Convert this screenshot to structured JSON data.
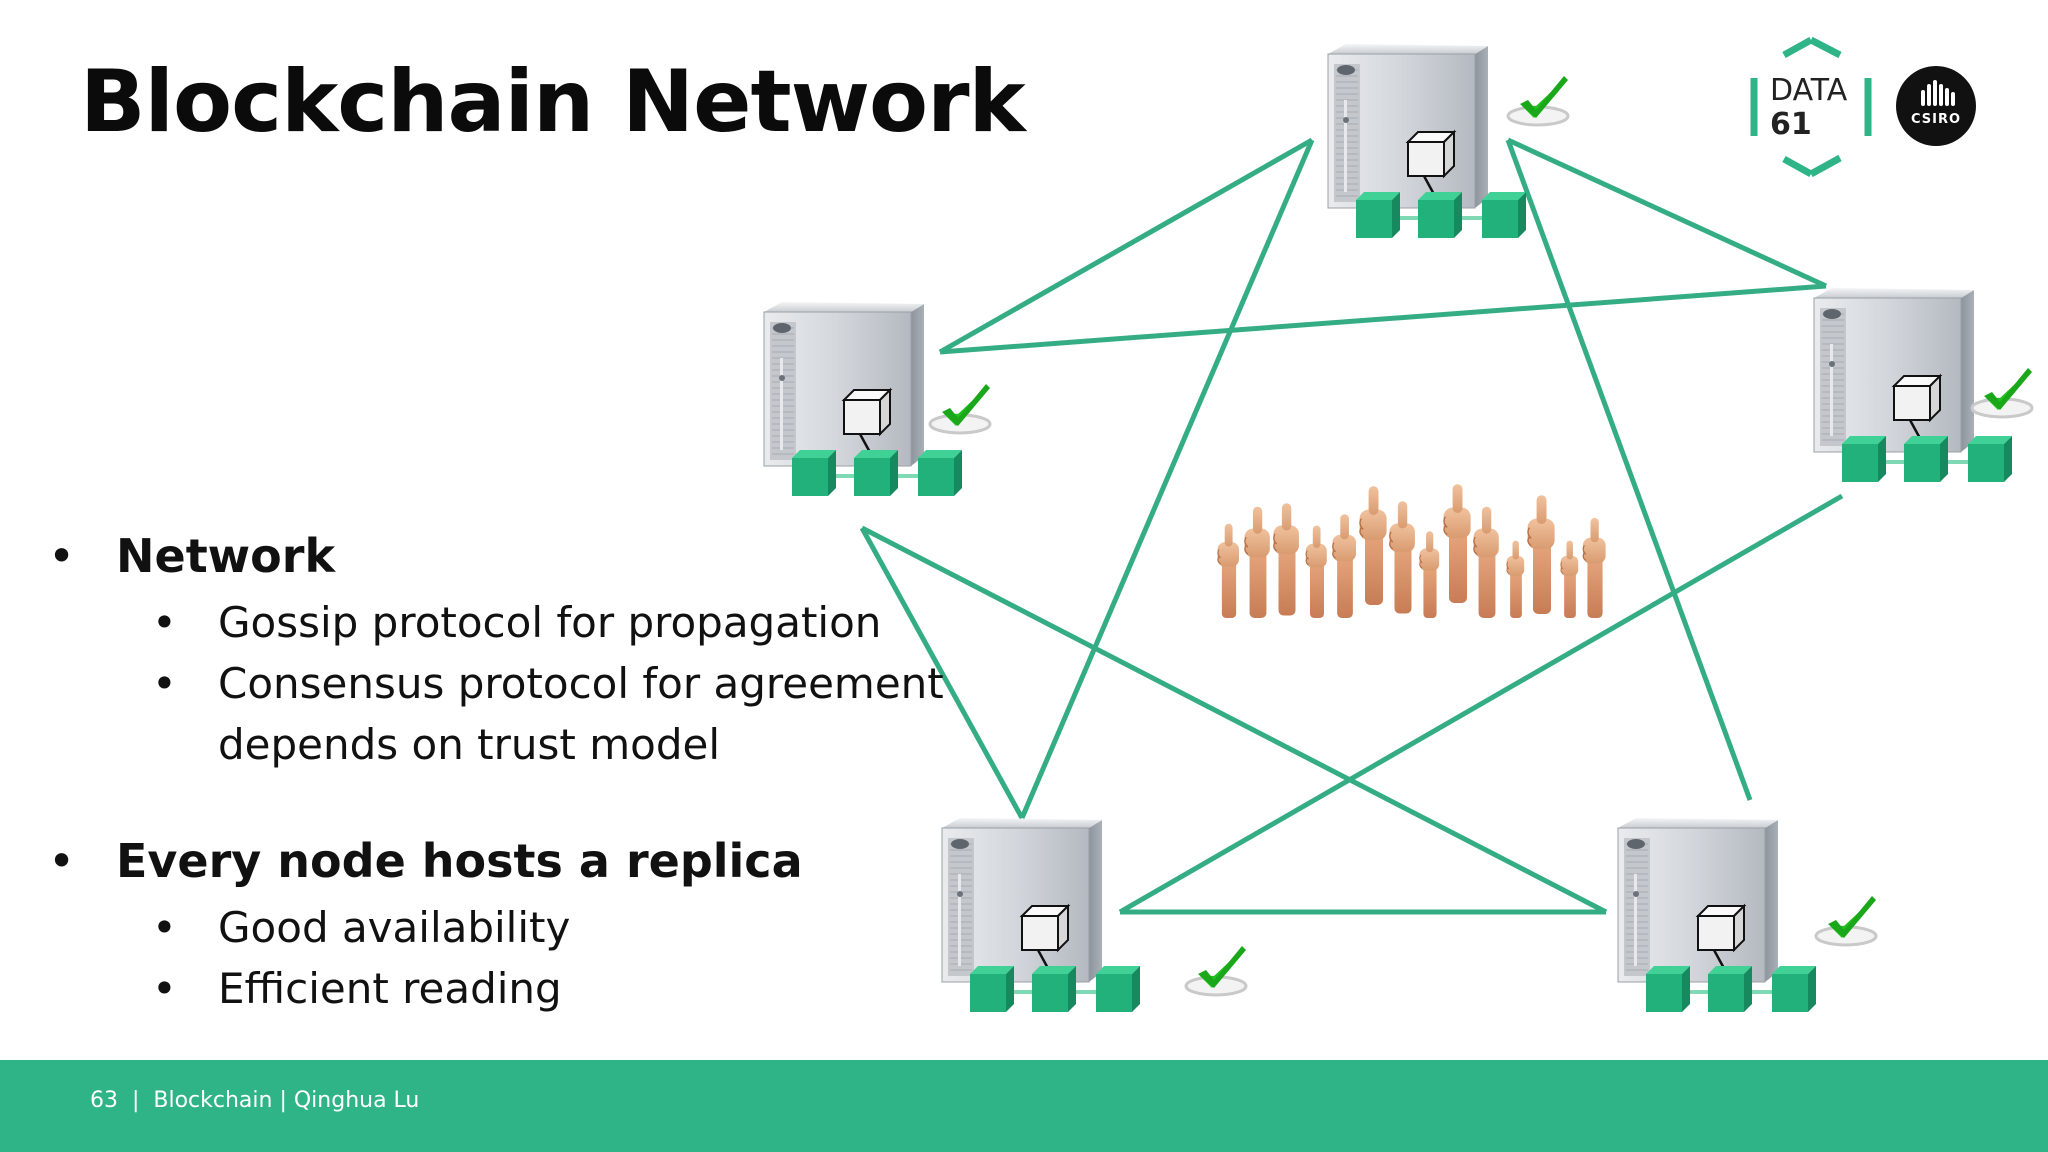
{
  "slide": {
    "title": "Blockchain Network",
    "bullets": [
      {
        "text": "Network",
        "sub": [
          "Gossip protocol for propagation",
          "Consensus protocol for agreement",
          "depends on trust model"
        ]
      },
      {
        "text": "Every node hosts a replica",
        "sub": [
          "Good availability",
          "Efficient reading"
        ]
      }
    ]
  },
  "footer": {
    "text": "63  |  Blockchain | Qinghua Lu"
  },
  "logos": {
    "data61_line1": "DATA",
    "data61_line2": "61",
    "csiro": "CSIRO"
  },
  "diagram": {
    "nodes": [
      "server-top",
      "server-left",
      "server-right",
      "server-bottom-left",
      "server-bottom-right"
    ],
    "center_image": "thumbs-up-hands",
    "icons": [
      "server-icon",
      "block-icon",
      "chain-icon",
      "checkmark-icon"
    ]
  },
  "colors": {
    "accent": "#2fb487",
    "link_line": "#35ad84",
    "block": "#22b17a",
    "check": "#21c11f"
  }
}
